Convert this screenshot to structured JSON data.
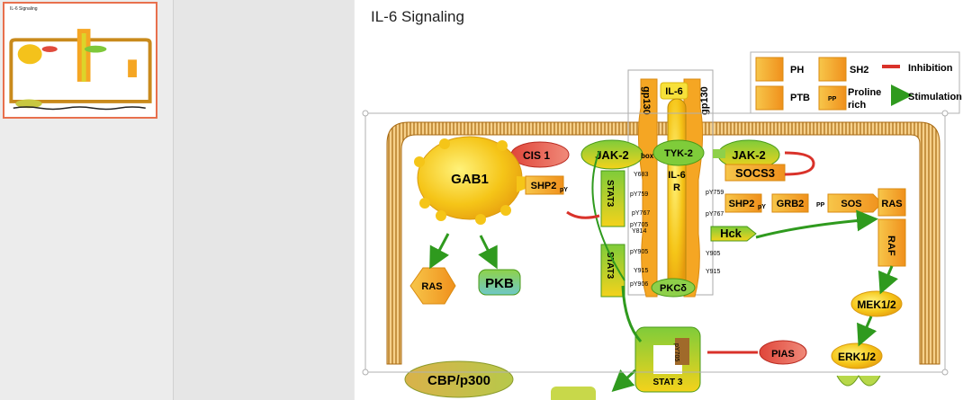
{
  "thumbnail": {
    "title": "IL-6 Signaling"
  },
  "slide": {
    "title": "IL-6 Signaling"
  },
  "legend": {
    "ph": "PH",
    "sh2": "SH2",
    "ptb": "PTB",
    "pp": "PP",
    "proline_rich": [
      "Proline",
      "rich"
    ],
    "inhibition": "Inhibition",
    "stimulation": "Stimulation"
  },
  "nodes": {
    "il6": "IL-6",
    "gp130_left": "gp130",
    "gp130_right": "gp130",
    "il6r": [
      "IL-6",
      "R"
    ],
    "tyk2": "TYK-2",
    "jak2_left": "JAK-2",
    "jak2_right": "JAK-2",
    "gab1": "GAB1",
    "cis1": "CIS 1",
    "socs3": "SOCS3",
    "shp2_left": "SHP2",
    "shp2_right": "SHP2",
    "grb2": "GRB2",
    "sos": "SOS",
    "ras_membrane": "RAS",
    "raf": "RAF",
    "hck": "Hck",
    "stat3_a": "STAT3",
    "stat3_b": "STAT3",
    "stat3_dimer": "STAT 3",
    "pkc": "PKCδ",
    "ras": "RAS",
    "pkb": "PKB",
    "mek": "MEK1/2",
    "erk": "ERK1/2",
    "pias": "PIAS",
    "cbp": "CBP/p300"
  },
  "sites": {
    "py": "pY",
    "pp": "PP",
    "box": "box",
    "y683": "Y683",
    "py759": "pY759",
    "py767_l": "pY767",
    "y814": "Y814",
    "py705": "pY705",
    "py905": "pY905",
    "y915_l": "Y915",
    "py906": "pY906",
    "py759_r": "pY759",
    "py767_r": "pY767",
    "y905_r": "Y905",
    "y915_r": "Y915",
    "py705_dimer": "pY705"
  },
  "colors": {
    "membrane": "#c98a1c",
    "orange": "#f5a623",
    "yellow": "#f4d21b",
    "green": "#5fbf2a",
    "red": "#d9322a",
    "selection": "#a0a0a0"
  }
}
